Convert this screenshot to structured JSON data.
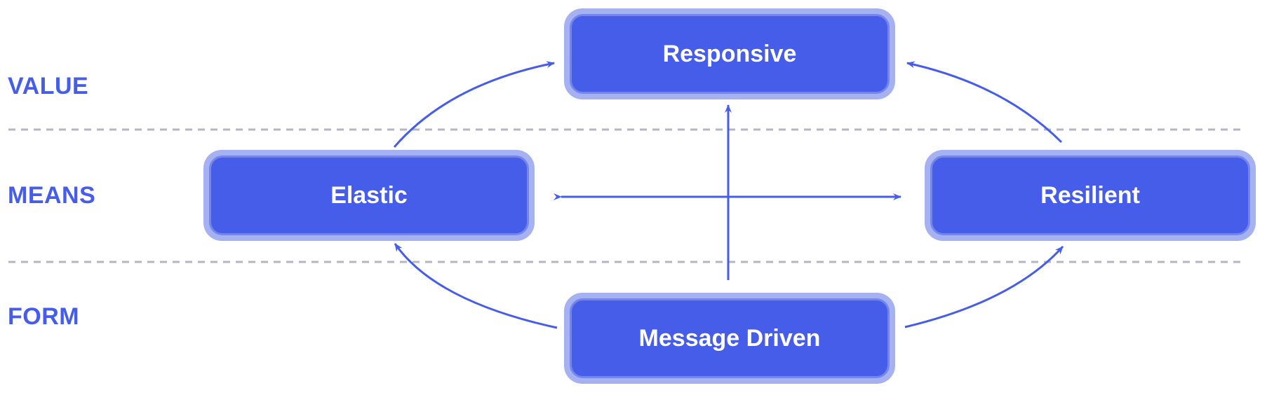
{
  "tiers": {
    "value": "VALUE",
    "means": "MEANS",
    "form": "FORM"
  },
  "nodes": {
    "responsive": "Responsive",
    "elastic": "Elastic",
    "resilient": "Resilient",
    "message_driven": "Message Driven"
  },
  "colors": {
    "accent": "#455de8",
    "node_halo": "#a6b1f1",
    "divider": "#b3b6c4"
  }
}
